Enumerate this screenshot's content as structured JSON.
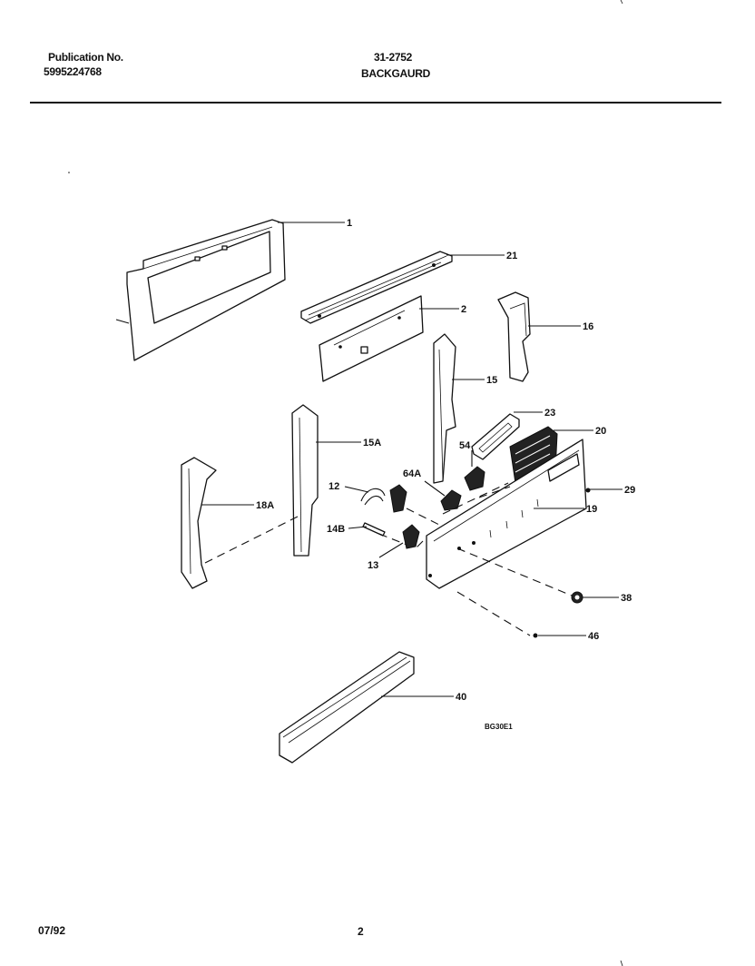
{
  "header": {
    "publication_label": "Publication No.",
    "publication_number": "5995224768",
    "document_number": "31-2752",
    "section_title": "BACKGAURD"
  },
  "footer": {
    "date": "07/92",
    "page": "2"
  },
  "diagram": {
    "drawing_code": "BG30E1",
    "callouts": [
      "1",
      "21",
      "2",
      "16",
      "15",
      "23",
      "20",
      "54",
      "15A",
      "64A",
      "12",
      "18A",
      "29",
      "19",
      "14B",
      "13",
      "38",
      "46",
      "40"
    ]
  }
}
